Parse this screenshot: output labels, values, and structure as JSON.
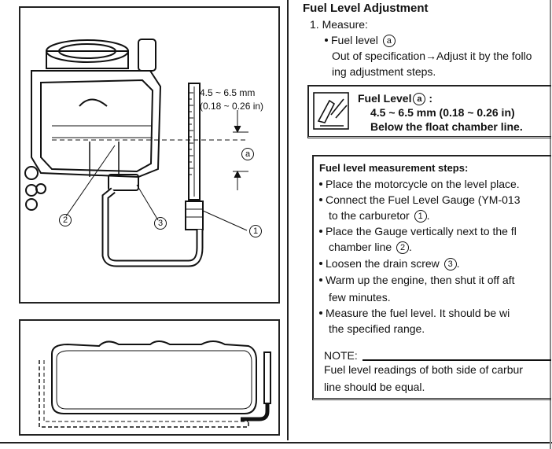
{
  "header": {
    "title": "Fuel Level Adjustment",
    "step": "1. Measure:",
    "bullet_label": "Fuel level",
    "bullet_ref": "a",
    "line1": "Out of specification→Adjust it by the follo",
    "line2": "ing adjustment steps."
  },
  "spec_box": {
    "label": "Fuel Level",
    "ref": "a",
    "colon": ":",
    "value": "4.5 ~ 6.5 mm (0.18 ~ 0.26 in)",
    "note": "Below the float chamber line."
  },
  "steps_box": {
    "heading": "Fuel level measurement steps:",
    "items": [
      "Place the motorcycle on the level place.",
      "Connect the Fuel Level Gauge (YM-013",
      "to the carburetor",
      "Place the Gauge vertically next to the fl",
      "chamber line",
      "Loosen the drain screw",
      "Warm up the engine, then shut it off aft",
      "few minutes.",
      "Measure the fuel level. It should be wi",
      "the specified range."
    ],
    "refs": {
      "gauge": "1",
      "chamber": "2",
      "screw": "3"
    },
    "period": ".",
    "note_label": "NOTE:",
    "note_lines": [
      "Fuel level readings of both side of carbur",
      "line should be equal."
    ]
  },
  "figure": {
    "range_mm": "4.5 ~ 6.5 mm",
    "range_in": "(0.18 ~ 0.26 in)",
    "callout_a": "a",
    "callout_1": "1",
    "callout_2": "2",
    "callout_3": "3"
  }
}
